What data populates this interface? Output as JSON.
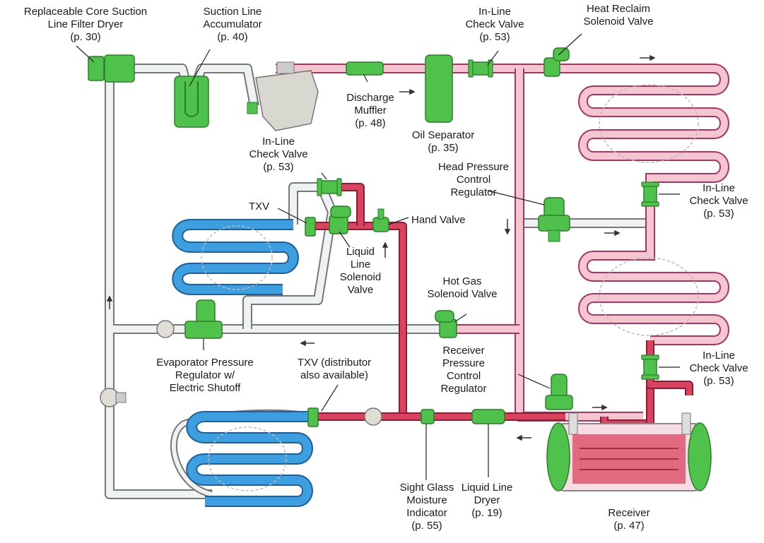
{
  "labels": {
    "suction_filter": "Replaceable Core Suction\nLine Filter Dryer\n(p. 30)",
    "suction_accumulator": "Suction Line\nAccumulator\n(p. 40)",
    "check_valve_top": "In-Line\nCheck Valve\n(p. 53)",
    "heat_reclaim": "Heat Reclaim\nSolenoid Valve",
    "discharge_muffler": "Discharge\nMuffler\n(p. 48)",
    "oil_separator": "Oil Separator\n(p. 35)",
    "check_valve_mid": "In-Line\nCheck Valve\n(p. 53)",
    "head_pressure": "Head Pressure\nControl\nRegulator",
    "check_valve_right_upper": "In-Line\nCheck Valve\n(p. 53)",
    "txv_upper": "TXV",
    "hand_valve": "Hand Valve",
    "liquid_line_solenoid": "Liquid\nLine\nSolenoid\nValve",
    "hot_gas_solenoid": "Hot Gas\nSolenoid Valve",
    "evaporator_pressure": "Evaporator Pressure\nRegulator w/\nElectric Shutoff",
    "txv_lower": "TXV (distributor\nalso available)",
    "receiver_pressure": "Receiver\nPressure\nControl\nRegulator",
    "check_valve_right_lower": "In-Line\nCheck Valve\n(p. 53)",
    "sight_glass": "Sight Glass\nMoisture\nIndicator\n(p. 55)",
    "liquid_line_dryer": "Liquid Line\nDryer\n(p. 19)",
    "receiver": "Receiver\n(p. 47)"
  },
  "colors": {
    "suction_line": "#e8ecee",
    "discharge_line": "#f3c6d0",
    "liquid_line": "#d9435f",
    "evaporator_coil": "#3d9fe0",
    "condenser_coil": "#f3c6d0",
    "component_green": "#4ec24a",
    "outline": "#555555"
  }
}
